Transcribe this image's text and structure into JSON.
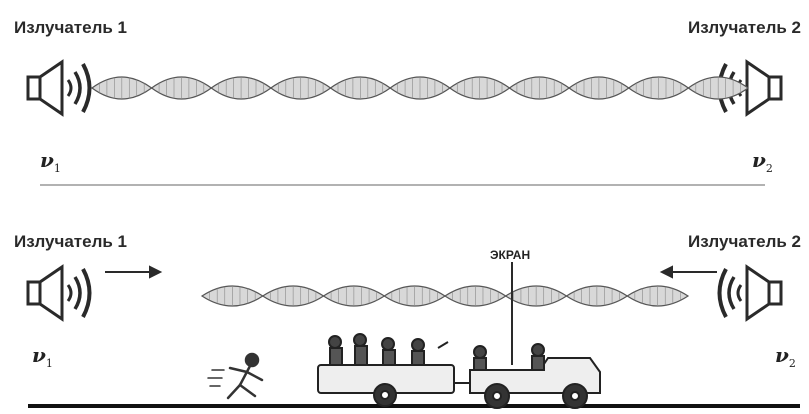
{
  "top_panel": {
    "emitter_left_label": "Излучатель 1",
    "emitter_right_label": "Излучатель 2",
    "freq_left": {
      "symbol": "ν",
      "sub": "1"
    },
    "freq_right": {
      "symbol": "ν",
      "sub": "2"
    },
    "lobe_count": 11
  },
  "bottom_panel": {
    "emitter_left_label": "Излучатель 1",
    "emitter_right_label": "Излучатель 2",
    "freq_left": {
      "symbol": "ν",
      "sub": "1"
    },
    "freq_right": {
      "symbol": "ν",
      "sub": "2"
    },
    "screen_label": "ЭКРАН",
    "lobe_count": 8
  },
  "colors": {
    "ink": "#2a2a2a",
    "wave": "#555555",
    "divider": "#999999"
  }
}
